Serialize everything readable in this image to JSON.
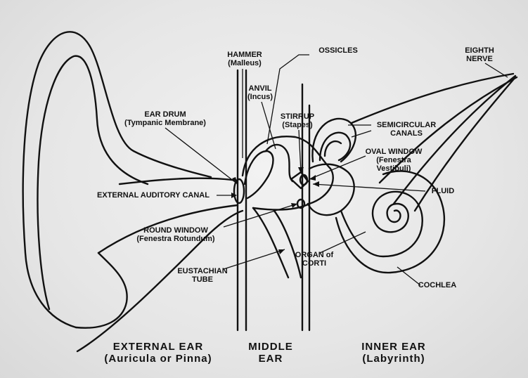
{
  "labels": {
    "hammer": "HAMMER",
    "hammer_latin": "(Malleus)",
    "ossicles": "OSSICLES",
    "eighth_nerve_1": "EIGHTH",
    "eighth_nerve_2": "NERVE",
    "anvil": "ANVIL",
    "anvil_latin": "(Incus)",
    "ear_drum": "EAR DRUM",
    "ear_drum_latin": "(Tympanic Membrane)",
    "stirrup": "STIRRUP",
    "stirrup_latin": "(Stapes)",
    "semicircular_1": "SEMICIRCULAR",
    "semicircular_2": "CANALS",
    "oval_window": "OVAL WINDOW",
    "oval_window_latin_1": "(Fenestra",
    "oval_window_latin_2": "Vestibuli)",
    "external_auditory_canal": "EXTERNAL AUDITORY CANAL",
    "fluid": "FLUID",
    "round_window": "ROUND WINDOW",
    "round_window_latin": "(Fenestra Rotundum)",
    "eustachian_1": "EUSTACHIAN",
    "eustachian_2": "TUBE",
    "organ_of_corti_1": "ORGAN of",
    "organ_of_corti_2": "CORTI",
    "cochlea": "COCHLEA"
  },
  "sections": {
    "external_title": "EXTERNAL EAR",
    "external_sub": "(Auricula or Pinna)",
    "middle_title_1": "MIDDLE",
    "middle_title_2": "EAR",
    "inner_title": "INNER EAR",
    "inner_sub": "(Labyrinth)"
  }
}
